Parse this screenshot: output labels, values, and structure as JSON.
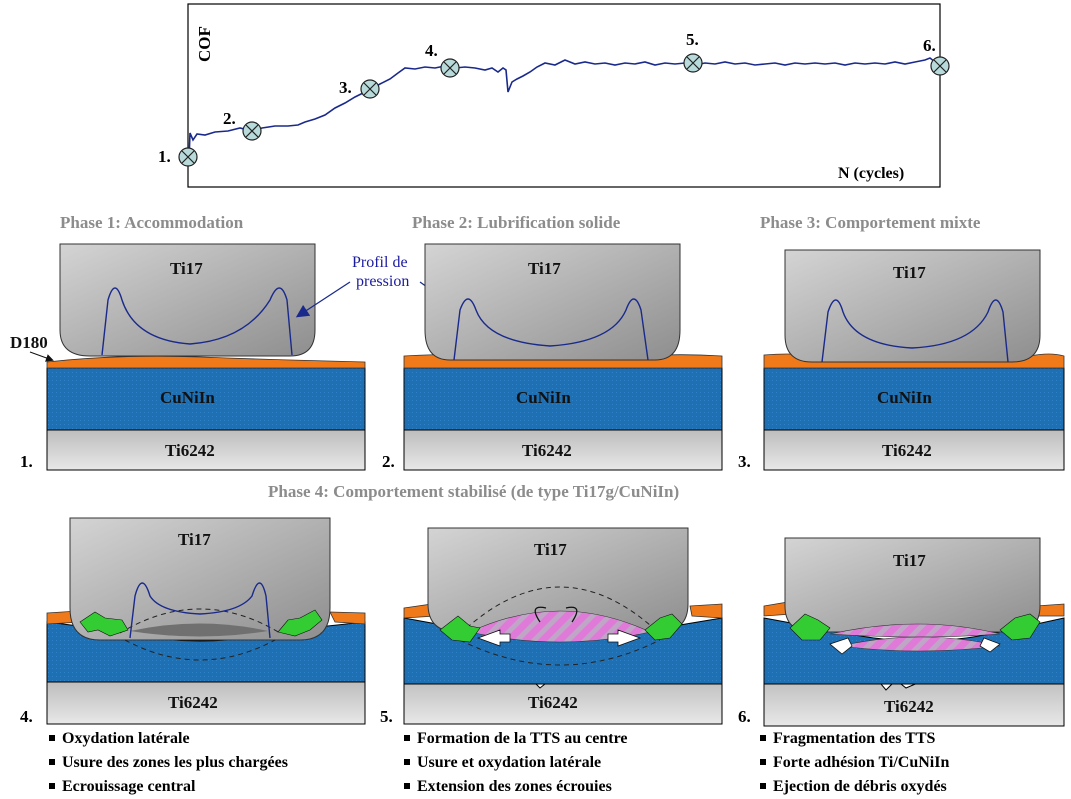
{
  "graph": {
    "ylabel": "COF",
    "xlabel": "N (cycles)",
    "markers": [
      "1.",
      "2.",
      "3.",
      "4.",
      "5.",
      "6."
    ]
  },
  "phases": {
    "p1": "Phase 1: Accommodation",
    "p2": "Phase 2: Lubrification solide",
    "p3": "Phase 3: Comportement mixte",
    "p4": "Phase 4: Comportement stabilisé (de type Ti17g/CuNiIn)"
  },
  "materials": {
    "top": "Ti17",
    "coating": "CuNiIn",
    "substrate": "Ti6242",
    "layer": "D180"
  },
  "annotation": {
    "line1": "Profil de",
    "line2": "pression"
  },
  "panel_numbers": [
    "1.",
    "2.",
    "3.",
    "4.",
    "5.",
    "6."
  ],
  "bullets": {
    "p4": [
      "Oxydation latérale",
      "Usure des zones les plus chargées",
      "Ecrouissage central"
    ],
    "p5": [
      "Formation de la TTS au centre",
      "Usure et oxydation latérale",
      "Extension des zones écrouies"
    ],
    "p6": [
      "Fragmentation des TTS",
      "Forte adhésion Ti/CuNiIn",
      "Ejection de débris oxydés"
    ]
  },
  "colors": {
    "coating_blue": "#1f6fb3",
    "orange": "#f07a1a",
    "green": "#33cc33",
    "pink": "#e07ad8",
    "curve": "#1a2a8c"
  }
}
